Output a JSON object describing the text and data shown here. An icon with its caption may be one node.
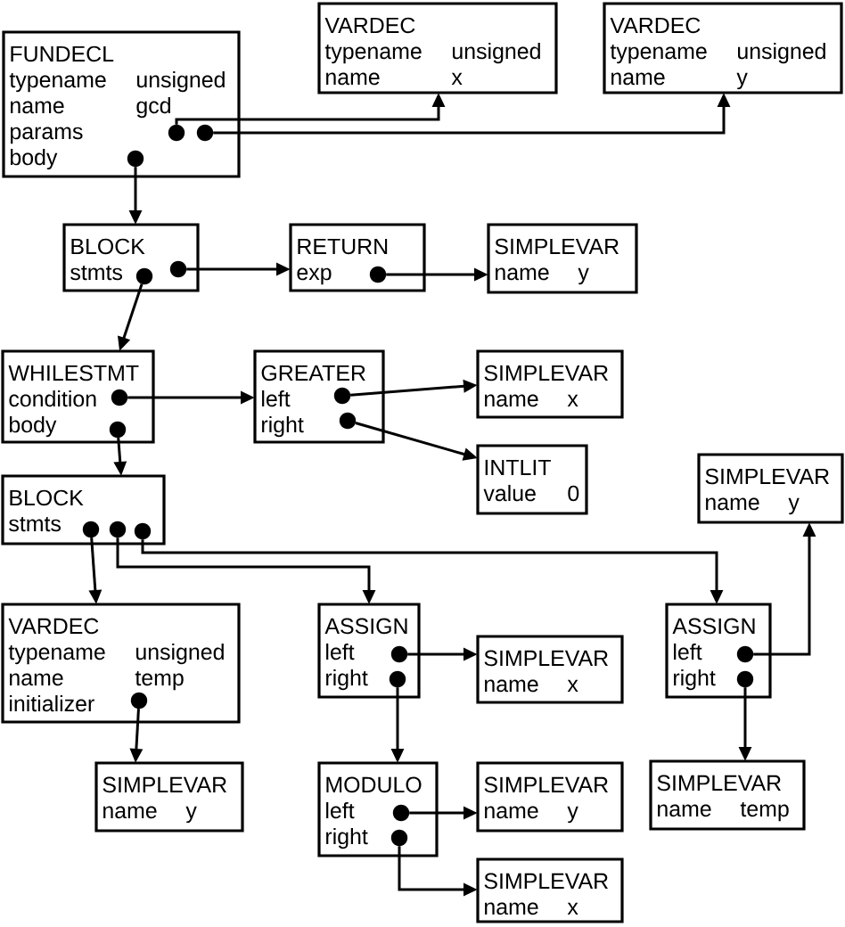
{
  "diagram": {
    "nodes": [
      {
        "text": [
          "FUNDECL",
          "typename",
          "unsigned",
          "name",
          "gcd",
          "params",
          "body"
        ]
      },
      {
        "text": [],
        "shape": "circle",
        "in": 0
      },
      {
        "text": [],
        "shape": "circle",
        "in": 0
      },
      {
        "text": [],
        "shape": "circle",
        "in": 0
      },
      {
        "text": [
          "VARDEC",
          "typename",
          "unsigned",
          "name",
          "x"
        ]
      },
      {
        "text": [
          "VARDEC",
          "typename",
          "unsigned",
          "name",
          "y"
        ]
      },
      {
        "text": [
          "BLOCK",
          "stmts"
        ]
      },
      {
        "text": [],
        "shape": "circle",
        "in": 6
      },
      {
        "text": [],
        "shape": "circle",
        "in": 6
      },
      {
        "text": [
          "RETURN",
          "exp"
        ]
      },
      {
        "text": [],
        "shape": "circle",
        "in": 9
      },
      {
        "text": [
          "SIMPLEVAR",
          "name",
          "y"
        ]
      },
      {
        "text": [
          "WHILESTMT",
          "condition",
          "body"
        ]
      },
      {
        "text": [],
        "shape": "circle",
        "in": 12
      },
      {
        "text": [],
        "shape": "circle",
        "in": 12
      },
      {
        "text": [
          "GREATER",
          "left",
          "right"
        ]
      },
      {
        "text": [],
        "shape": "circle",
        "in": 15
      },
      {
        "text": [],
        "shape": "circle",
        "in": 15
      },
      {
        "text": [
          "SIMPLEVAR",
          "name",
          "x"
        ]
      },
      {
        "text": [
          "INTLIT",
          "value",
          "0"
        ]
      },
      {
        "text": [
          "SIMPLEVAR",
          "name",
          "y"
        ]
      },
      {
        "text": [
          "BLOCK",
          "stmts"
        ]
      },
      {
        "text": [],
        "shape": "circle",
        "in": 21
      },
      {
        "text": [],
        "shape": "circle",
        "in": 21
      },
      {
        "text": [],
        "shape": "circle",
        "in": 21
      },
      {
        "text": [
          "VARDEC",
          "typename",
          "unsigned",
          "name",
          "temp",
          "initializer"
        ]
      },
      {
        "text": [],
        "shape": "circle",
        "in": 25
      },
      {
        "text": [
          "ASSIGN",
          "left",
          "right"
        ]
      },
      {
        "text": [],
        "shape": "circle",
        "in": 27
      },
      {
        "text": [],
        "shape": "circle",
        "in": 27
      },
      {
        "text": [
          "SIMPLEVAR",
          "name",
          "x"
        ]
      },
      {
        "text": [
          "ASSIGN",
          "left",
          "right"
        ]
      },
      {
        "text": [],
        "shape": "circle",
        "in": 31
      },
      {
        "text": [],
        "shape": "circle",
        "in": 31
      },
      {
        "text": [
          "SIMPLEVAR",
          "name",
          "y"
        ]
      },
      {
        "text": [
          "MODULO",
          "left",
          "right"
        ]
      },
      {
        "text": [],
        "shape": "circle",
        "in": 35
      },
      {
        "text": [],
        "shape": "circle",
        "in": 35
      },
      {
        "text": [
          "SIMPLEVAR",
          "name",
          "y"
        ]
      },
      {
        "text": [
          "SIMPLEVAR",
          "name",
          "temp"
        ]
      },
      {
        "text": [
          "SIMPLEVAR",
          "name",
          "x"
        ]
      }
    ],
    "edges": [
      {
        "from": 1,
        "to": 4,
        "arrow": "to"
      },
      {
        "from": 2,
        "to": 5,
        "arrow": "to"
      },
      {
        "from": 3,
        "to": 6,
        "arrow": "to"
      },
      {
        "from": 8,
        "to": 9,
        "arrow": "to"
      },
      {
        "from": 7,
        "to": 12,
        "arrow": "to"
      },
      {
        "from": 10,
        "to": 11,
        "arrow": "to"
      },
      {
        "from": 13,
        "to": 15,
        "arrow": "to"
      },
      {
        "from": 14,
        "to": 21,
        "arrow": "to"
      },
      {
        "from": 16,
        "to": 18,
        "arrow": "to"
      },
      {
        "from": 17,
        "to": 19,
        "arrow": "to"
      },
      {
        "from": 22,
        "to": 25,
        "arrow": "to"
      },
      {
        "from": 23,
        "to": 27,
        "arrow": "to"
      },
      {
        "from": 24,
        "to": 31,
        "arrow": "to"
      },
      {
        "from": 26,
        "to": 34,
        "arrow": "to"
      },
      {
        "from": 28,
        "to": 30,
        "arrow": "to"
      },
      {
        "from": 29,
        "to": 35,
        "arrow": "to"
      },
      {
        "from": 32,
        "to": 20,
        "arrow": "to"
      },
      {
        "from": 33,
        "to": 39,
        "arrow": "to"
      },
      {
        "from": 36,
        "to": 38,
        "arrow": "to"
      },
      {
        "from": 37,
        "to": 40,
        "arrow": "to"
      }
    ]
  }
}
